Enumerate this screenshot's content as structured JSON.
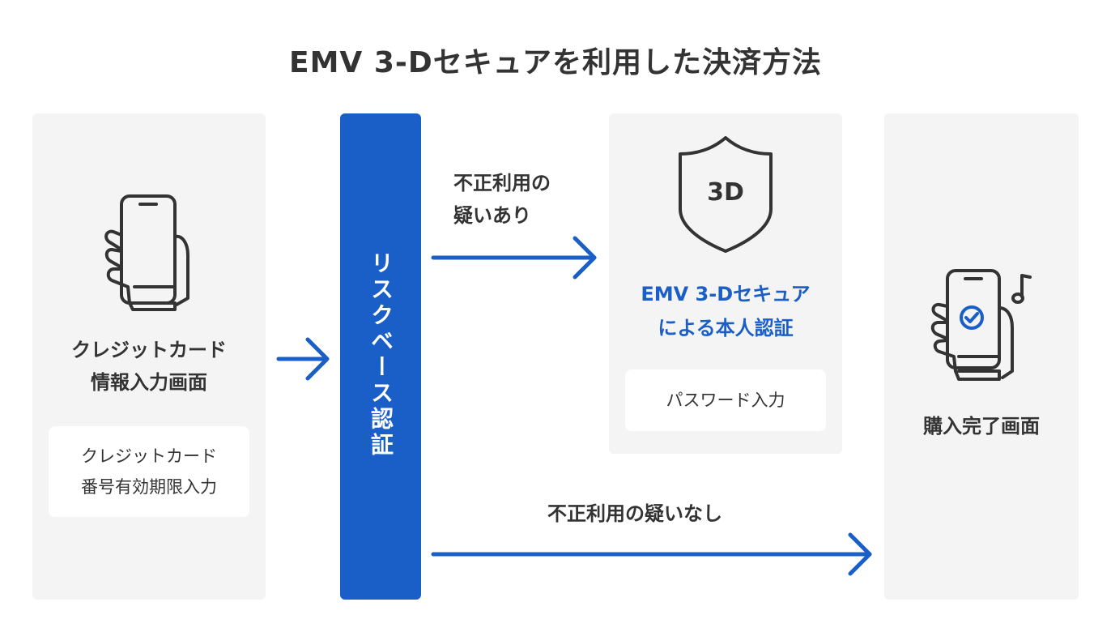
{
  "title": "EMV 3-Dセキュアを利用した決済方法",
  "step1": {
    "heading": "クレジットカード\n情報入力画面",
    "box": "クレジットカード\n番号有効期限入力",
    "icon": "phone-in-hand-icon"
  },
  "risk": {
    "label": "リスクベース認証"
  },
  "suspicious": {
    "label": "不正利用の\n疑いあり"
  },
  "not_suspicious": {
    "label": "不正利用の疑いなし"
  },
  "auth": {
    "badge": "3D",
    "heading": "EMV 3-Dセキュア\nによる本人認証",
    "box": "パスワード入力",
    "icon": "shield-3d-icon"
  },
  "done": {
    "heading": "購入完了画面",
    "icon": "phone-check-icon"
  },
  "colors": {
    "accent": "#1a5fc8",
    "panel": "#f4f4f4",
    "text": "#333333"
  }
}
